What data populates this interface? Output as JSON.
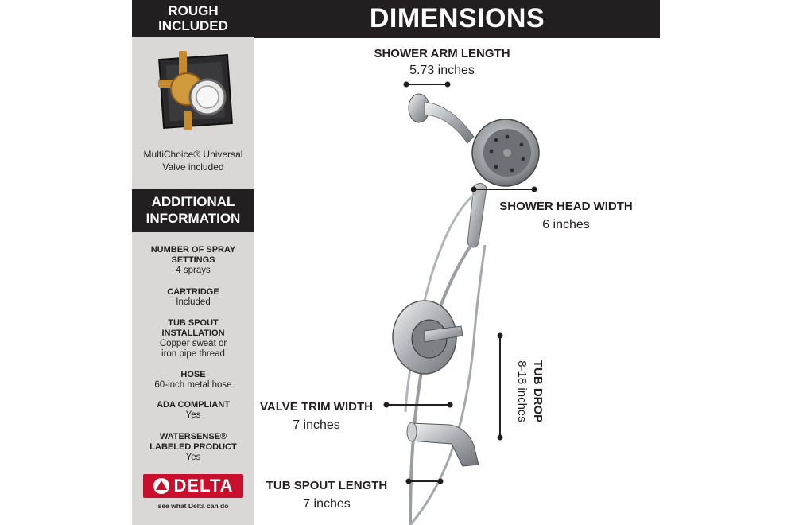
{
  "sidebar": {
    "rough_header": [
      "ROUGH",
      "INCLUDED"
    ],
    "valve_caption": [
      "MultiChoice® Universal",
      "Valve included"
    ],
    "additional_header": [
      "ADDITIONAL",
      "INFORMATION"
    ],
    "specs": [
      {
        "title": [
          "NUMBER OF SPRAY",
          "SETTINGS"
        ],
        "value": [
          "4 sprays"
        ]
      },
      {
        "title": [
          "CARTRIDGE"
        ],
        "value": [
          "Included"
        ]
      },
      {
        "title": [
          "TUB SPOUT",
          "INSTALLATION"
        ],
        "value": [
          "Copper sweat or",
          "iron pipe thread"
        ]
      },
      {
        "title": [
          "HOSE"
        ],
        "value": [
          "60-inch metal hose"
        ]
      },
      {
        "title": [
          "ADA COMPLIANT"
        ],
        "value": [
          "Yes"
        ]
      },
      {
        "title": [
          "WATERSENSE®",
          "LABELED PRODUCT"
        ],
        "value": [
          "Yes"
        ]
      }
    ],
    "logo_text": "DELTA",
    "tagline": "see what Delta can do"
  },
  "dimensions": {
    "header": "DIMENSIONS",
    "shower_arm": {
      "label": "SHOWER ARM LENGTH",
      "value": "5.73 inches"
    },
    "shower_head": {
      "label": "SHOWER HEAD WIDTH",
      "value": "6 inches"
    },
    "tub_drop": {
      "label": "TUB DROP",
      "value": "8-18 inches"
    },
    "valve_trim": {
      "label": "VALVE TRIM WIDTH",
      "value": "7 inches"
    },
    "tub_spout": {
      "label": "TUB SPOUT LENGTH",
      "value": "7 inches"
    }
  },
  "colors": {
    "dark": "#231f20",
    "sidebar_bg": "#d9d8d6",
    "brand_red": "#c8102e",
    "chrome": "#b9bcc0"
  }
}
